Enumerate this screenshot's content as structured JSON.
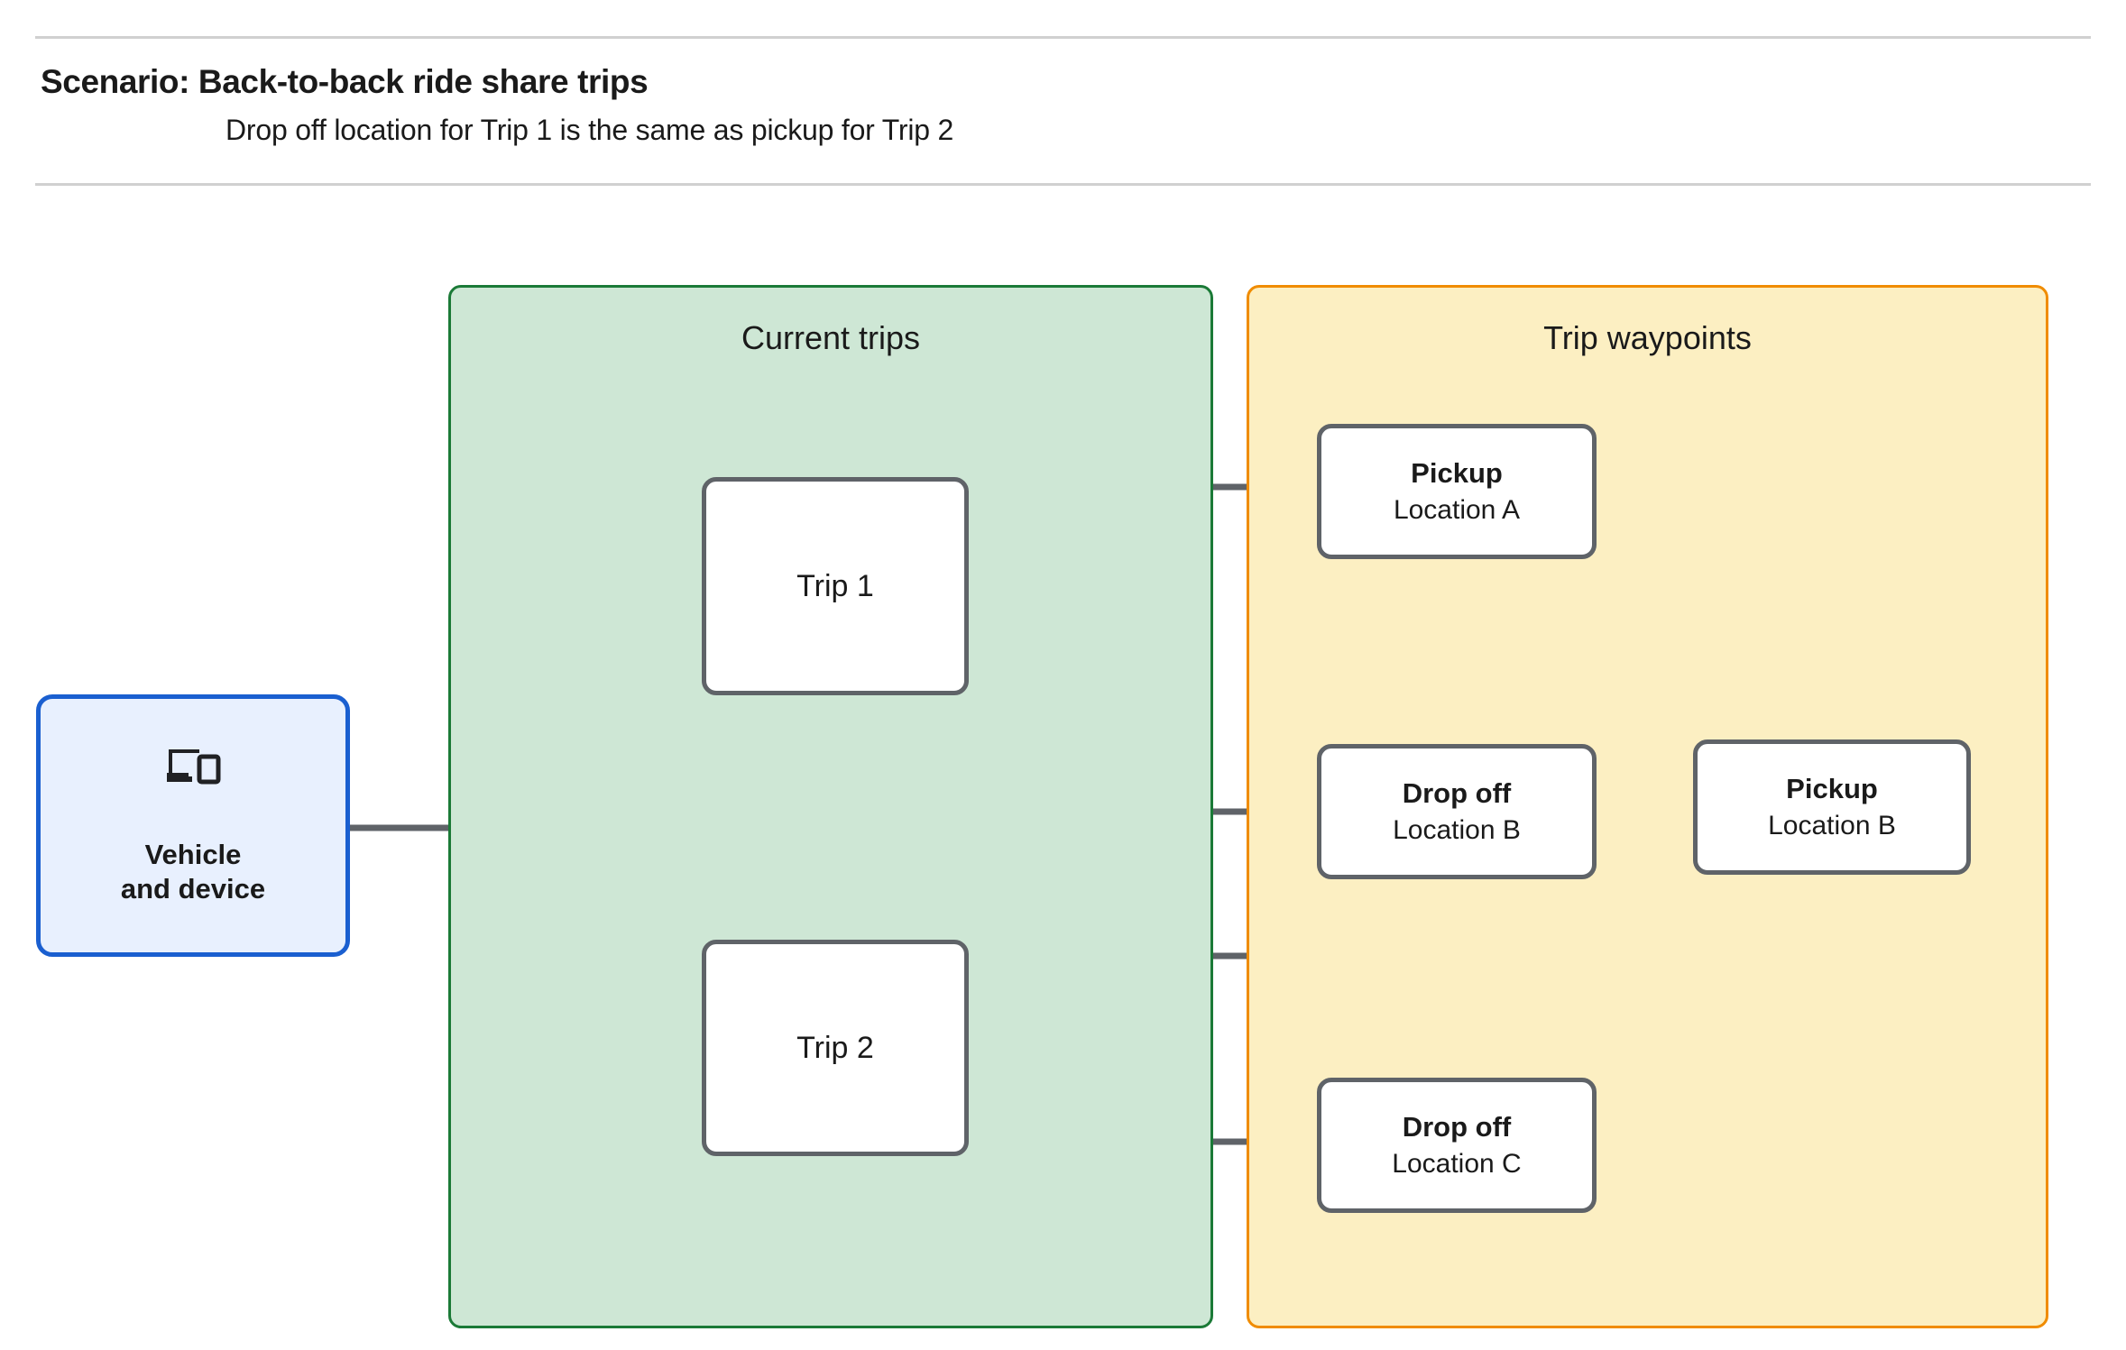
{
  "header": {
    "title": "Scenario: Back-to-back ride share trips",
    "subtitle": "Drop off  location for Trip 1 is the same as pickup for Trip 2"
  },
  "groups": {
    "current_trips": {
      "title": "Current trips",
      "fill": "#cee7d5",
      "border": "#1b7a37"
    },
    "trip_waypoints": {
      "title": "Trip waypoints",
      "fill": "#fcefc2",
      "border": "#f08c00"
    }
  },
  "vehicle": {
    "label": "Vehicle\nand device",
    "icon": "laptop-and-phone-icon",
    "fill": "#e8f0fe",
    "border": "#1a5fd0"
  },
  "trips": [
    {
      "label": "Trip 1"
    },
    {
      "label": "Trip 2"
    }
  ],
  "waypoints": [
    {
      "type": "Pickup",
      "location": "Location A"
    },
    {
      "type": "Drop off",
      "location": "Location B"
    },
    {
      "type": "Pickup",
      "location": "Location B"
    },
    {
      "type": "Drop off",
      "location": "Location C"
    }
  ],
  "style": {
    "node_border": "#5f6368",
    "connector": "#5f6368",
    "divider": "#d0d0d0"
  }
}
